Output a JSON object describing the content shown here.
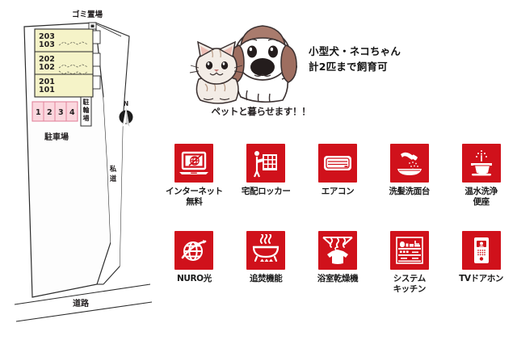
{
  "sitemap": {
    "title": "property-site-plan",
    "labels": {
      "garbage_area": "ゴミ置場",
      "bicycle_parking_vertical": "駐輪場",
      "parking_lot": "駐車場",
      "private_road": "私道",
      "public_road": "道路",
      "north": "N"
    },
    "units": [
      {
        "upper": "203",
        "lower": "103"
      },
      {
        "upper": "202",
        "lower": "102"
      },
      {
        "upper": "201",
        "lower": "101"
      }
    ],
    "parking_stalls": [
      "1",
      "2",
      "3",
      "4"
    ],
    "colors": {
      "building_fill": "#f5f3c8",
      "parking_fill": "#fbd7de",
      "parking_stroke": "#e2849c",
      "outline": "#2b2b2b",
      "lot_fill": "#fcfcfc"
    }
  },
  "pet": {
    "tagline": "ペットと暮らせます！！",
    "rule_line1": "小型犬・ネコちゃん",
    "rule_line2": "計2匹まで飼育可",
    "art_name": "cat-and-beagle-illustration"
  },
  "features": {
    "accent_color": "#d0111b",
    "items": [
      {
        "icon": "laptop-internet-icon",
        "label": "インターネット\n無料",
        "label_line1": "インターネット",
        "label_line2": "無料"
      },
      {
        "icon": "delivery-locker-icon",
        "label": "宅配ロッカー",
        "label_line1": "宅配ロッカー",
        "label_line2": ""
      },
      {
        "icon": "air-conditioner-icon",
        "label": "エアコン",
        "label_line1": "エアコン",
        "label_line2": ""
      },
      {
        "icon": "shampoo-sink-icon",
        "label": "洗髪洗面台",
        "label_line1": "洗髪洗面台",
        "label_line2": ""
      },
      {
        "icon": "washlet-toilet-icon",
        "label": "温水洗浄\n便座",
        "label_line1": "温水洗浄",
        "label_line2": "便座"
      },
      {
        "icon": "nuro-globe-icon",
        "label": "NURO光",
        "label_line1": "NURO光",
        "label_line2": ""
      },
      {
        "icon": "bath-reheat-icon",
        "label": "追焚機能",
        "label_line1": "追焚機能",
        "label_line2": ""
      },
      {
        "icon": "bathroom-dryer-icon",
        "label": "浴室乾燥機",
        "label_line1": "浴室乾燥機",
        "label_line2": ""
      },
      {
        "icon": "system-kitchen-icon",
        "label": "システム\nキッチン",
        "label_line1": "システム",
        "label_line2": "キッチン"
      },
      {
        "icon": "tv-intercom-icon",
        "label": "TVドアホン",
        "label_line1": "TVドアホン",
        "label_line2": ""
      }
    ]
  }
}
